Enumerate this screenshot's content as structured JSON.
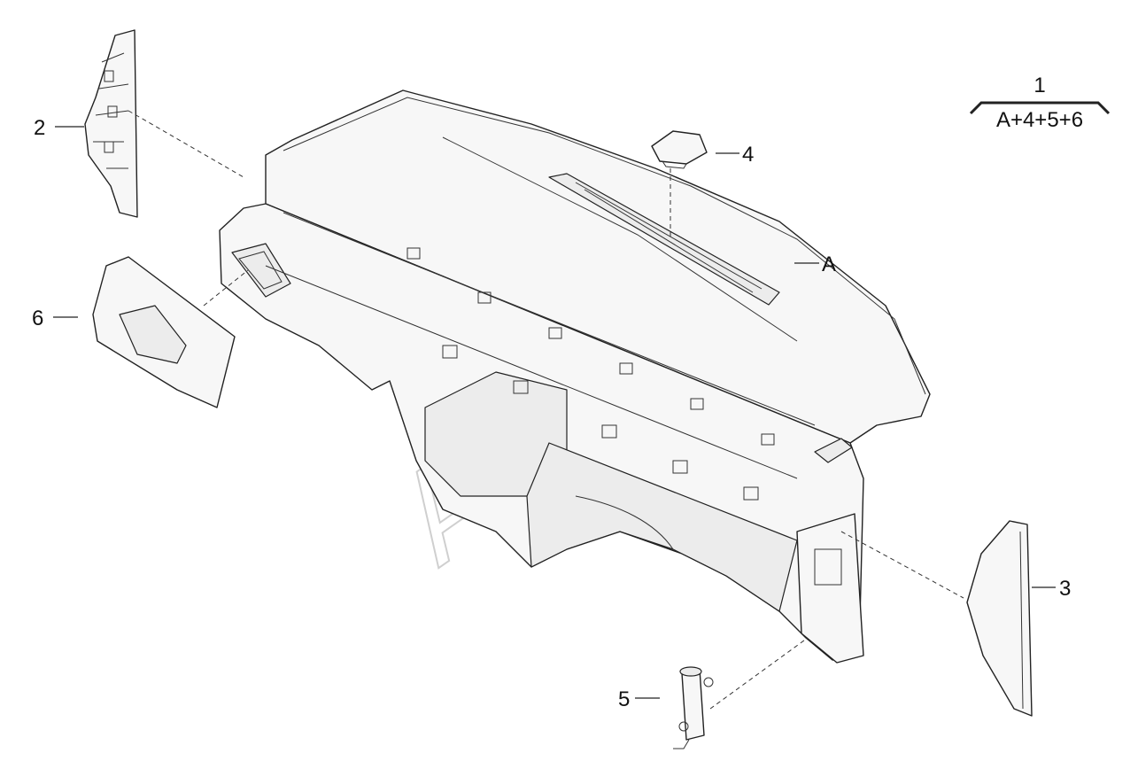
{
  "callouts": {
    "assembly_number": "1",
    "assembly_formula": "A+4+5+6",
    "part_2": "2",
    "part_3": "3",
    "part_4": "4",
    "part_5": "5",
    "part_6": "6",
    "part_a": "A"
  },
  "watermark": {
    "text": "Autodoc"
  },
  "colors": {
    "line": "#222222",
    "fill": "#f7f7f7",
    "background": "#ffffff",
    "watermark": "#cfcfcf"
  }
}
